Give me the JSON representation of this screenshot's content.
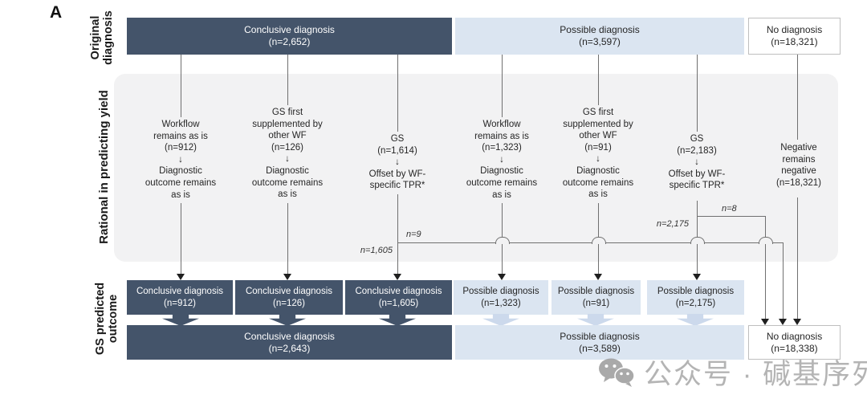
{
  "figure_label": "A",
  "row_labels": {
    "original": [
      "Original",
      "diagnosis"
    ],
    "rational": "Rational in predicting yield",
    "predicted": [
      "GS predicted",
      "outcome"
    ]
  },
  "top_boxes": [
    {
      "label": [
        "Conclusive diagnosis",
        "(n=2,652)"
      ]
    },
    {
      "label": [
        "Possible diagnosis",
        "(n=3,597)"
      ]
    },
    {
      "label": [
        "No diagnosis",
        "(n=18,321)"
      ]
    }
  ],
  "rationale_columns": [
    {
      "lines": [
        "Workflow",
        "remains as is",
        "(n=912)",
        "↓",
        "Diagnostic",
        "outcome remains",
        "as is"
      ]
    },
    {
      "lines": [
        "GS first",
        "supplemented by",
        "other WF",
        "(n=126)",
        "↓",
        "Diagnostic",
        "outcome remains",
        "as is"
      ]
    },
    {
      "lines": [
        "GS",
        "(n=1,614)",
        "↓",
        "Offset by WF-",
        "specific TPR*"
      ]
    },
    {
      "lines": [
        "Workflow",
        "remains as is",
        "(n=1,323)",
        "↓",
        "Diagnostic",
        "outcome remains",
        "as is"
      ]
    },
    {
      "lines": [
        "GS first",
        "supplemented by",
        "other WF",
        "(n=91)",
        "↓",
        "Diagnostic",
        "outcome remains",
        "as is"
      ]
    },
    {
      "lines": [
        "GS",
        "(n=2,183)",
        "↓",
        "Offset by WF-",
        "specific TPR*"
      ]
    },
    {
      "lines": [
        "Negative",
        "remains",
        "negative",
        "(n=18,321)"
      ]
    }
  ],
  "flow_labels": {
    "gs1_to_nodx": "n=9",
    "gs1_to_conclusive": "n=1,605",
    "gs2_to_nodx": "n=8",
    "gs2_to_possible": "n=2,175"
  },
  "predicted_boxes": [
    {
      "label": [
        "Conclusive diagnosis",
        "(n=912)"
      ]
    },
    {
      "label": [
        "Conclusive diagnosis",
        "(n=126)"
      ]
    },
    {
      "label": [
        "Conclusive diagnosis",
        "(n=1,605)"
      ]
    },
    {
      "label": [
        "Possible diagnosis",
        "(n=1,323)"
      ]
    },
    {
      "label": [
        "Possible diagnosis",
        "(n=91)"
      ]
    },
    {
      "label": [
        "Possible diagnosis",
        "(n=2,175)"
      ]
    }
  ],
  "summary_boxes": [
    {
      "label": [
        "Conclusive diagnosis",
        "(n=2,643)"
      ]
    },
    {
      "label": [
        "Possible diagnosis",
        "(n=3,589)"
      ]
    },
    {
      "label": [
        "No diagnosis",
        "(n=18,338)"
      ]
    }
  ],
  "watermark": {
    "icon": "wechat-icon",
    "text": "公众号 · 碱基序列"
  },
  "colors": {
    "dark_box": "#44546a",
    "light_box": "#dbe5f1",
    "panel": "#f2f2f3",
    "white_box_border": "#bfbfbf",
    "line": "#707070",
    "watermark": "#a8a8a8"
  }
}
